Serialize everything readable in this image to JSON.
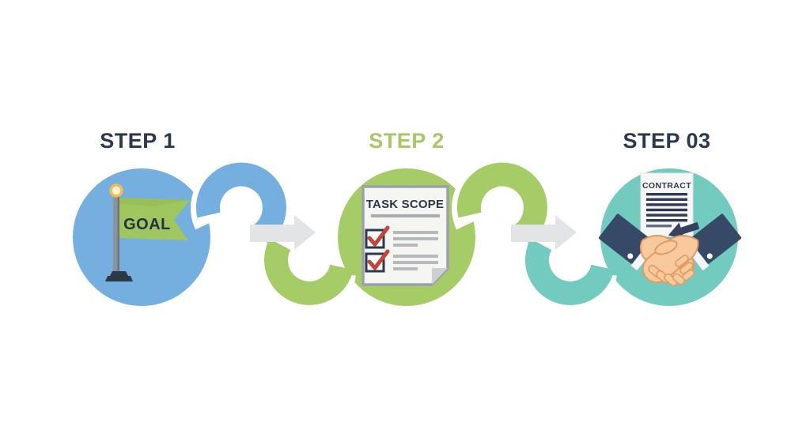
{
  "steps": [
    {
      "label": "STEP 1",
      "icon": "goal-flag",
      "flag_text": "GOAL",
      "circle_color": "#74afdf",
      "label_color": "#2b3950"
    },
    {
      "label": "STEP 2",
      "icon": "task-scope-checklist-document",
      "document_title": "TASK SCOPE",
      "checklist_items": 2,
      "circle_color": "#a6cc68",
      "label_color": "#a6c963"
    },
    {
      "label": "STEP 03",
      "icon": "contract-handshake",
      "document_title": "CONTRACT",
      "circle_color": "#73cabe",
      "label_color": "#2b3950"
    }
  ],
  "palette": {
    "background": "#ffffff",
    "connector_blue": "#74afdf",
    "connector_green": "#a6cc68",
    "connector_teal": "#73cabe",
    "flow_arrow_gray": "#e2e4e5",
    "flag_green": "#a0c75f",
    "checkbox_red": "#c5443a",
    "navy": "#2e3a4e",
    "sleeve_navy": "#364a68",
    "skin": "#f7c99c",
    "skin_outline": "#e19a62",
    "doc_paper": "#f5f5f2",
    "doc_border": "#9ba1a8",
    "line_gray": "#b5b8bc"
  }
}
